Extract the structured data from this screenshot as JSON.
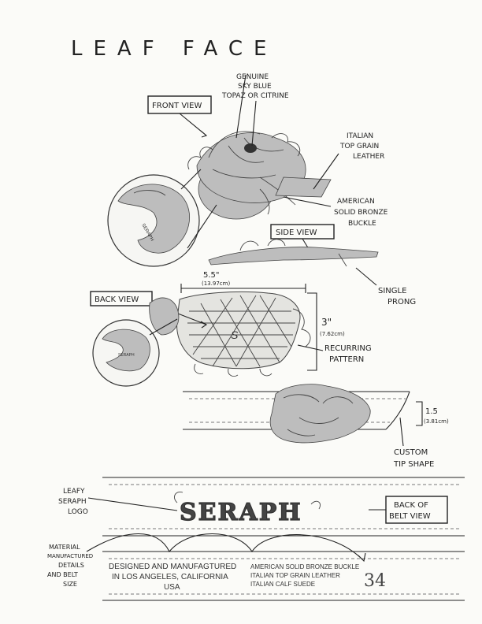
{
  "title": "LEAF FACE",
  "labels": {
    "gem": [
      "GENUINE",
      "SKY BLUE",
      "TOPAZ OR CITRINE"
    ],
    "front_view": "FRONT VIEW",
    "leather": [
      "ITALIAN",
      "TOP GRAIN",
      "LEATHER"
    ],
    "buckle": [
      "AMERICAN",
      "SOLID BRONZE",
      "BUCKLE"
    ],
    "side_view": "SIDE VIEW",
    "prong": [
      "SINGLE",
      "PRONG"
    ],
    "width_dim": "5.5\"",
    "width_dim_cm": "(13.97cm)",
    "back_view": "BACK VIEW",
    "height_dim": "3\"",
    "height_dim_cm": "(7.62cm)",
    "pattern": [
      "RECURRING",
      "PATTERN"
    ],
    "strap_dim": "1.5",
    "strap_dim_cm": "(3.81cm)",
    "tip": [
      "CUSTOM",
      "TIP SHAPE"
    ],
    "logo_label": [
      "LEAFY",
      "SERAPH",
      "LOGO"
    ],
    "logo_text": "SERAPH",
    "back_belt": [
      "BACK OF",
      "BELT VIEW"
    ],
    "material": [
      "MATERIAL",
      "MANUFACTURED",
      "DETAILS",
      "AND BELT",
      "SIZE"
    ],
    "made_in": [
      "DESIGNED AND MANUFAGTURED",
      "IN LOS ANGELES, CALIFORNIA",
      "USA"
    ],
    "materials_stamp": [
      "AMERICAN SOLID BRONZE BUCKLE",
      "ITALIAN TOP GRAIN LEATHER",
      "ITALIAN CALF SUEDE"
    ],
    "size": "34"
  }
}
